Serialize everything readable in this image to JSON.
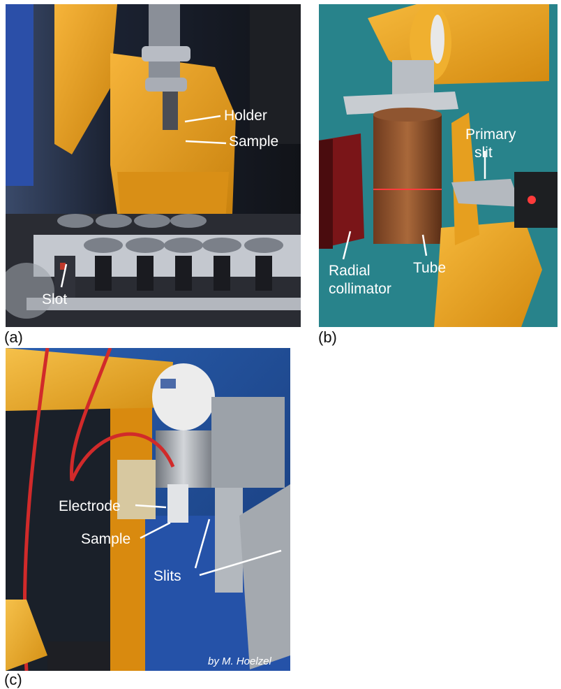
{
  "panels": {
    "a": {
      "label": "(a)",
      "annotations": {
        "holder": "Holder",
        "sample": "Sample",
        "slot": "Slot"
      }
    },
    "b": {
      "label": "(b)",
      "annotations": {
        "primary_1": "Primary",
        "primary_2": "slit",
        "radial_1": "Radial",
        "radial_2": "collimator",
        "tube": "Tube"
      }
    },
    "c": {
      "label": "(c)",
      "annotations": {
        "electrode": "Electrode",
        "sample": "Sample",
        "slits": "Slits"
      },
      "credit": "by M. Hoelzel"
    }
  }
}
